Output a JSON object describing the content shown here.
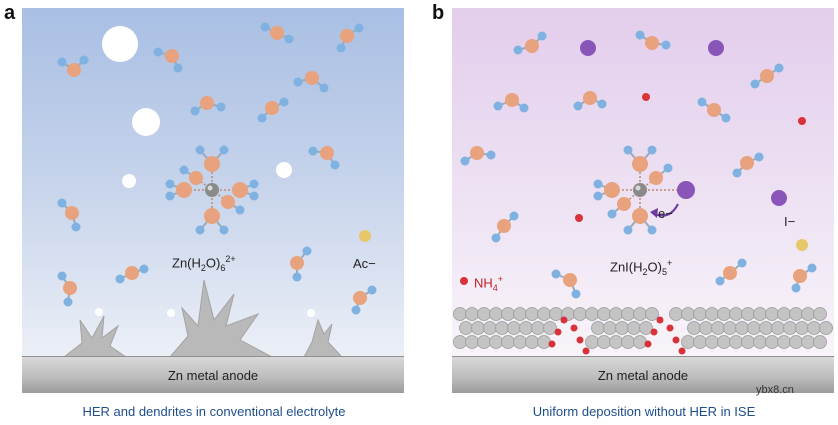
{
  "panels": [
    {
      "letter": "a",
      "complex_label": {
        "main": "Zn(H",
        "sub1": "2",
        "mid": "O)",
        "sub2": "6",
        "sup": "2+"
      },
      "anion_label": "Ac−",
      "anode_label": "Zn metal anode",
      "caption": "HER and dendrites in conventional electrolyte"
    },
    {
      "letter": "b",
      "complex_label": {
        "main": "ZnI(H",
        "sub1": "2",
        "mid": "O)",
        "sub2": "5",
        "sup": "+"
      },
      "anion_label": "I−",
      "cation_label": {
        "main": "NH",
        "sub": "4",
        "sup": "+"
      },
      "electron_label": "e−",
      "anode_label": "Zn metal anode",
      "caption": "Uniform deposition without HER in ISE"
    }
  ],
  "watermark": "ybx8.cn",
  "colors": {
    "oxygen": "#e8a27d",
    "hydrogen": "#7fb2e0",
    "zinc": "#8a8a8a",
    "iodide": "#8a55b8",
    "acetate": "#e8c66a",
    "ammonium": "#d8323a",
    "caption": "#1f4e8c"
  }
}
